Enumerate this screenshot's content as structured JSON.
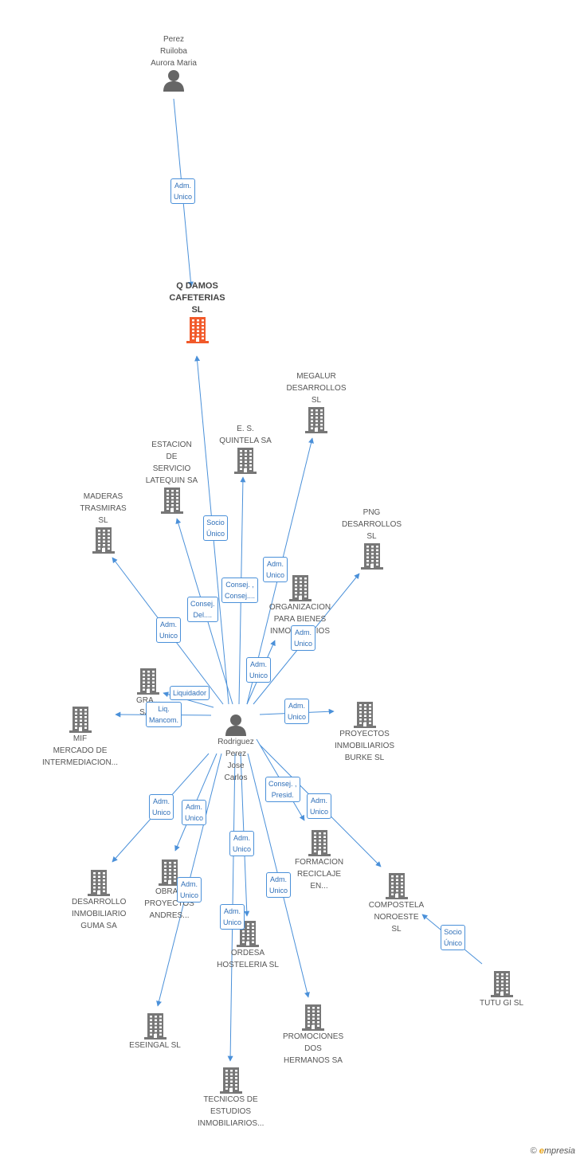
{
  "colors": {
    "company": "#777777",
    "main_company": "#f15a2b",
    "person": "#666666",
    "edge": "#4a90d9",
    "badge_text": "#2f6fb8"
  },
  "nodes": [
    {
      "id": "perez",
      "type": "person",
      "label": "Perez\nRuiloba\nAurora Maria"
    },
    {
      "id": "qdamos",
      "type": "main",
      "label": "Q DAMOS\nCAFETERIAS SL"
    },
    {
      "id": "megalur",
      "type": "company",
      "label": "MEGALUR\nDESARROLLOS SL"
    },
    {
      "id": "esquintela",
      "type": "company",
      "label": "E. S.\nQUINTELA SA"
    },
    {
      "id": "estacion",
      "type": "company",
      "label": "ESTACION DE\nSERVICIO\nLATEQUIN SA"
    },
    {
      "id": "maderas",
      "type": "company",
      "label": "MADERAS\nTRASMIRAS SL"
    },
    {
      "id": "png",
      "type": "company",
      "label": "PNG\nDESARROLLOS\nSL"
    },
    {
      "id": "organizacion",
      "type": "company",
      "label": "ORGANIZACION\nPARA BIENES\nINMOVILIARIOS SA"
    },
    {
      "id": "gra",
      "type": "company",
      "label": "GRA...\nSA..."
    },
    {
      "id": "mif",
      "type": "company",
      "label": "MIF\nMERCADO DE\nINTERMEDIACION..."
    },
    {
      "id": "rodriguez",
      "type": "person",
      "label": "Rodriguez\nPerez Jose\nCarlos"
    },
    {
      "id": "burke",
      "type": "company",
      "label": "PROYECTOS\nINMOBILIARIOS\nBURKE SL"
    },
    {
      "id": "formacion",
      "type": "company",
      "label": "FORMACION\nRECICLAJE\nEN..."
    },
    {
      "id": "compostela",
      "type": "company",
      "label": "COMPOSTELA\nNOROESTE SL"
    },
    {
      "id": "guma",
      "type": "company",
      "label": "DESARROLLO\nINMOBILIARIO\nGUMA SA"
    },
    {
      "id": "obras",
      "type": "company",
      "label": "OBRAS\nPROYECTOS\nANDRES..."
    },
    {
      "id": "ordesa",
      "type": "company",
      "label": "ORDESA\nHOSTELERIA SL"
    },
    {
      "id": "tutu",
      "type": "company",
      "label": "TUTU GI SL"
    },
    {
      "id": "eseingal",
      "type": "company",
      "label": "ESEINGAL SL"
    },
    {
      "id": "promociones",
      "type": "company",
      "label": "PROMOCIONES\nDOS\nHERMANOS SA"
    },
    {
      "id": "tecnicos",
      "type": "company",
      "label": "TECNICOS DE\nESTUDIOS\nINMOBILIARIOS..."
    }
  ],
  "edges": [
    {
      "from": "perez",
      "to": "qdamos",
      "label": "Adm.\nUnico"
    },
    {
      "from": "rodriguez",
      "to": "qdamos",
      "label": "Socio\nÚnico"
    },
    {
      "from": "rodriguez",
      "to": "megalur",
      "label": "Adm.\nUnico"
    },
    {
      "from": "rodriguez",
      "to": "esquintela",
      "label": "Consej. ,\nConsej...."
    },
    {
      "from": "rodriguez",
      "to": "estacion",
      "label": "Consej.\nDel...."
    },
    {
      "from": "rodriguez",
      "to": "maderas",
      "label": "Adm.\nUnico"
    },
    {
      "from": "rodriguez",
      "to": "png",
      "label": "Adm.\nUnico"
    },
    {
      "from": "rodriguez",
      "to": "organizacion",
      "label": "Adm.\nUnico"
    },
    {
      "from": "rodriguez",
      "to": "gra",
      "label": "Liquidador"
    },
    {
      "from": "rodriguez",
      "to": "mif",
      "label": "Liq.\nMancom."
    },
    {
      "from": "rodriguez",
      "to": "burke",
      "label": "Adm.\nUnico"
    },
    {
      "from": "rodriguez",
      "to": "formacion",
      "label": "Consej. ,\nPresid."
    },
    {
      "from": "rodriguez",
      "to": "compostela",
      "label": "Adm.\nUnico"
    },
    {
      "from": "rodriguez",
      "to": "guma",
      "label": "Adm.\nUnico"
    },
    {
      "from": "rodriguez",
      "to": "obras",
      "label": "Adm.\nUnico"
    },
    {
      "from": "rodriguez",
      "to": "ordesa",
      "label": "Adm.\nUnico"
    },
    {
      "from": "rodriguez",
      "to": "eseingal",
      "label": "Adm.\nUnico"
    },
    {
      "from": "rodriguez",
      "to": "promociones",
      "label": "Adm.\nUnico"
    },
    {
      "from": "rodriguez",
      "to": "tecnicos",
      "label": "Adm.\nUnico"
    },
    {
      "from": "tutu",
      "to": "compostela",
      "label": "Socio\nÚnico"
    }
  ],
  "footer": {
    "copyright": "©",
    "brand_e": "e",
    "brand_rest": "mpresia"
  }
}
